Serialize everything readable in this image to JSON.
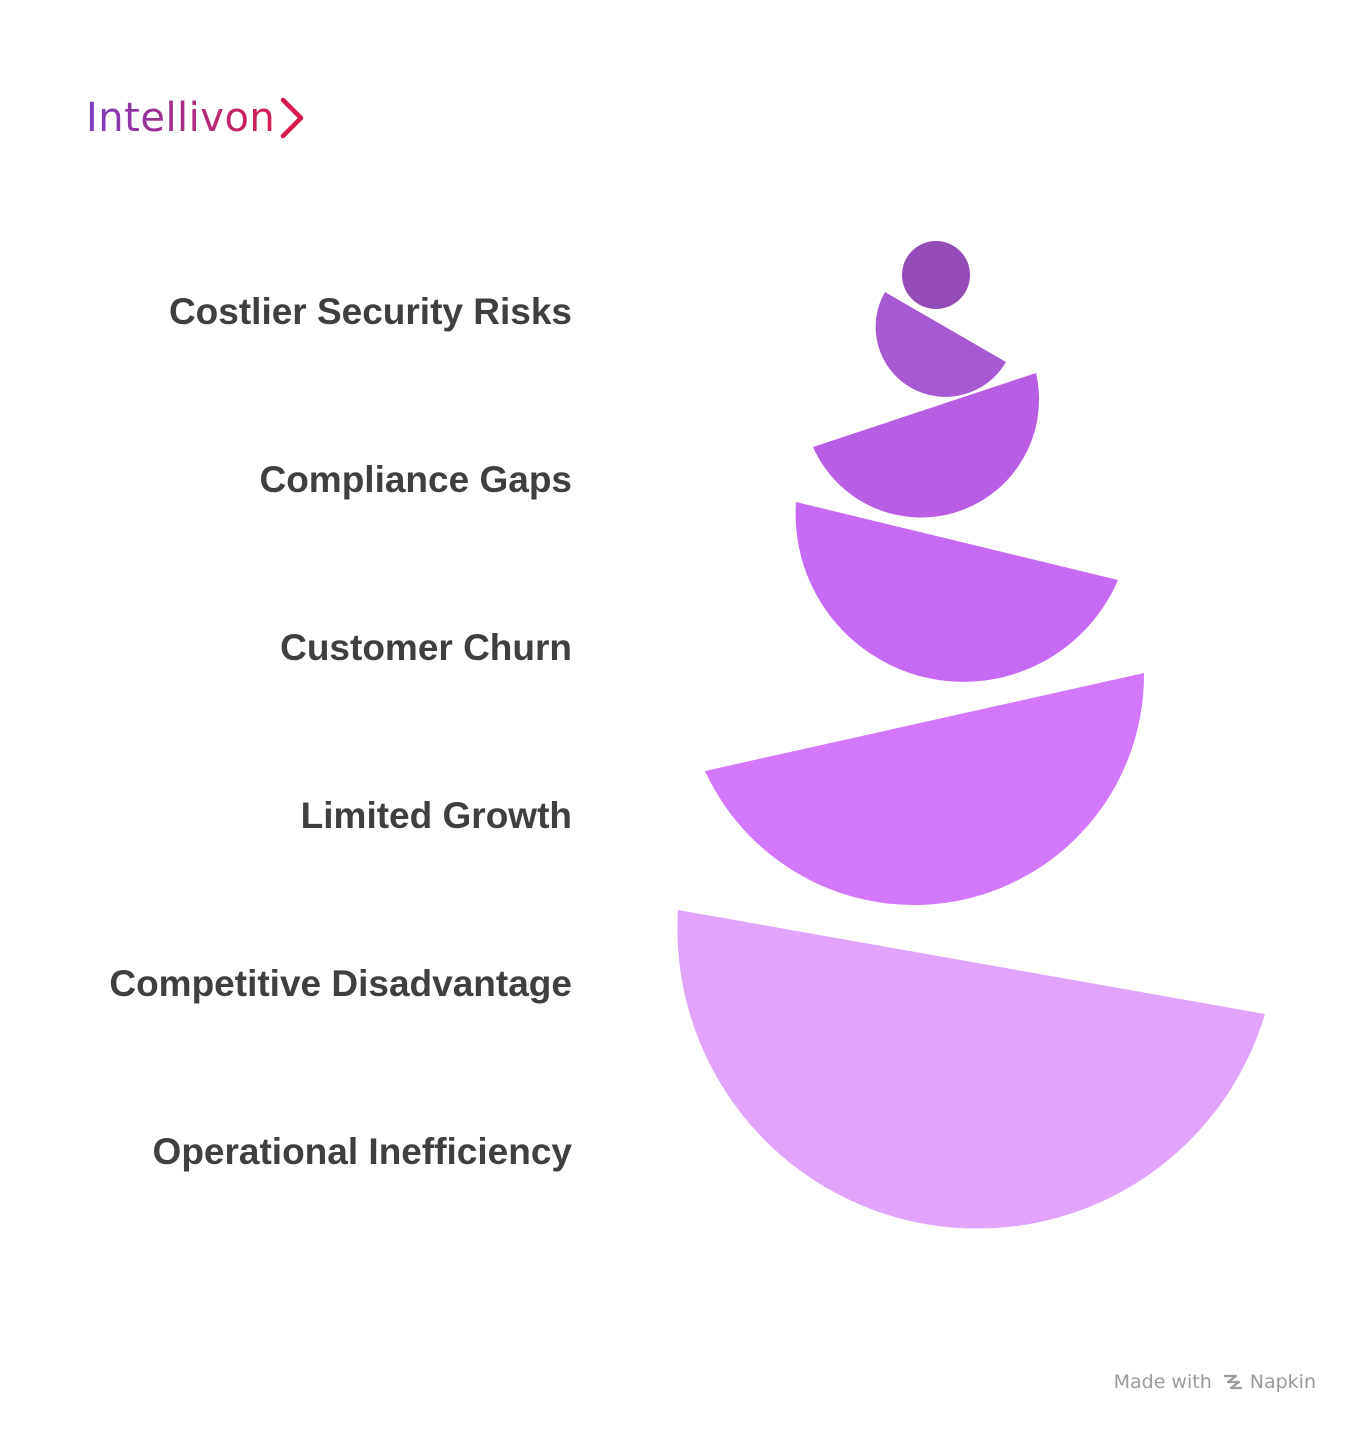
{
  "brand": {
    "name": "Intellivon"
  },
  "layers": [
    {
      "label": "Costlier Security Risks",
      "color": "#944cb9"
    },
    {
      "label": "Compliance Gaps",
      "color": "#a659d3"
    },
    {
      "label": "Customer Churn",
      "color": "#b95de5"
    },
    {
      "label": "Limited Growth",
      "color": "#c66af3"
    },
    {
      "label": "Competitive Disadvantage",
      "color": "#d378fb"
    },
    {
      "label": "Operational Inefficiency",
      "color": "#e0a4fc"
    }
  ],
  "footer": {
    "made_with": "Made with",
    "tool": "Napkin"
  }
}
